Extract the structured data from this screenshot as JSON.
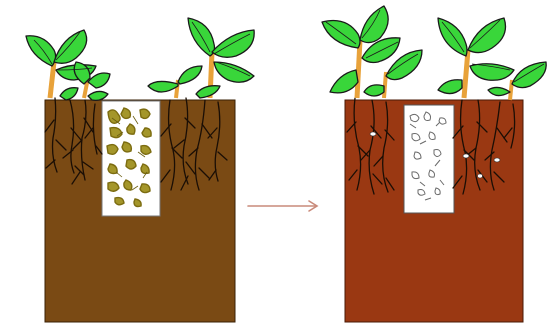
{
  "diagram": {
    "panels": [
      {
        "id": "before",
        "soil_color": "#7a4a14",
        "bag_state": "full",
        "bag_contents_color": "#9a8a1e",
        "plants": [
          {
            "label": "",
            "stem_color": "#e8a23a",
            "leaf_color": "#39d63a"
          },
          {
            "label": "",
            "stem_color": "#e8a23a",
            "leaf_color": "#39d63a"
          }
        ]
      },
      {
        "id": "after",
        "soil_color": "#9a3812",
        "bag_state": "decomposed",
        "bag_contents_color": "#7a7a7a",
        "plants": [
          {
            "label": "",
            "stem_color": "#e8a23a",
            "leaf_color": "#39d63a"
          },
          {
            "label": "",
            "stem_color": "#e8a23a",
            "leaf_color": "#39d63a"
          }
        ]
      }
    ],
    "arrow": {
      "direction": "right",
      "color": "#c98a7a"
    },
    "colors": {
      "leaf": "#39d63a",
      "leaf_outline": "#1a1a1a",
      "stem": "#e8a23a",
      "root": "#1a0e05",
      "bag_paper": "#ffffff"
    }
  }
}
